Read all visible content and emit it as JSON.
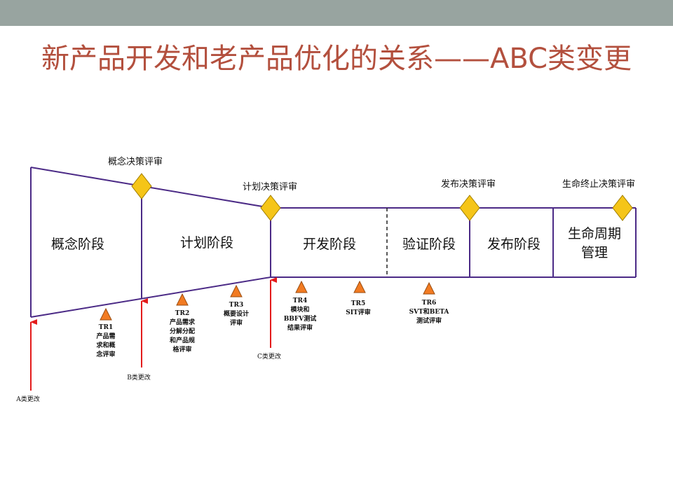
{
  "slide": {
    "title": "新产品开发和老产品优化的关系——ABC类变更"
  },
  "colors": {
    "top_band": "#98a4a0",
    "title_text": "#b3503e",
    "outline": "#4b2a86",
    "diamond_fill": "#f5c518",
    "diamond_stroke": "#a07d00",
    "triangle_fill": "#f27b22",
    "triangle_stroke": "#9a4d10",
    "arrow": "#e31b1b"
  },
  "stages": {
    "concept": "概念阶段",
    "plan": "计划阶段",
    "develop": "开发阶段",
    "verify": "验证阶段",
    "release": "发布阶段",
    "lifecycle_line1": "生命周期",
    "lifecycle_line2": "管理"
  },
  "decision_reviews": {
    "concept": "概念决策评审",
    "plan": "计划决策评审",
    "release": "发布决策评审",
    "eol": "生命终止决策评审"
  },
  "tech_reviews": {
    "tr1": {
      "id": "TR1",
      "lines": [
        "产品需",
        "求和概",
        "念评审"
      ]
    },
    "tr2": {
      "id": "TR2",
      "lines": [
        "产品需求",
        "分解分配",
        "和产品规",
        "格评审"
      ]
    },
    "tr3": {
      "id": "TR3",
      "lines": [
        "概要设计",
        "评审"
      ]
    },
    "tr4": {
      "id": "TR4",
      "lines": [
        "模块和",
        "BBFV测试",
        "结果评审"
      ]
    },
    "tr5": {
      "id": "TR5",
      "lines": [
        "SIT评审"
      ]
    },
    "tr6": {
      "id": "TR6",
      "lines": [
        "SVT和BETA",
        "测试评审"
      ]
    }
  },
  "changes": {
    "a": "A类更改",
    "b": "B类更改",
    "c": "C类更改"
  }
}
